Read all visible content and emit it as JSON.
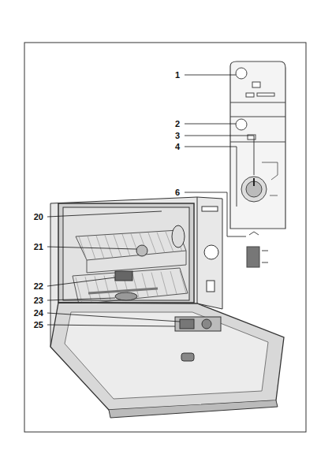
{
  "diagram": {
    "labels": [
      "1",
      "2",
      "3",
      "4",
      "6",
      "20",
      "21",
      "22",
      "23",
      "24",
      "25"
    ]
  }
}
